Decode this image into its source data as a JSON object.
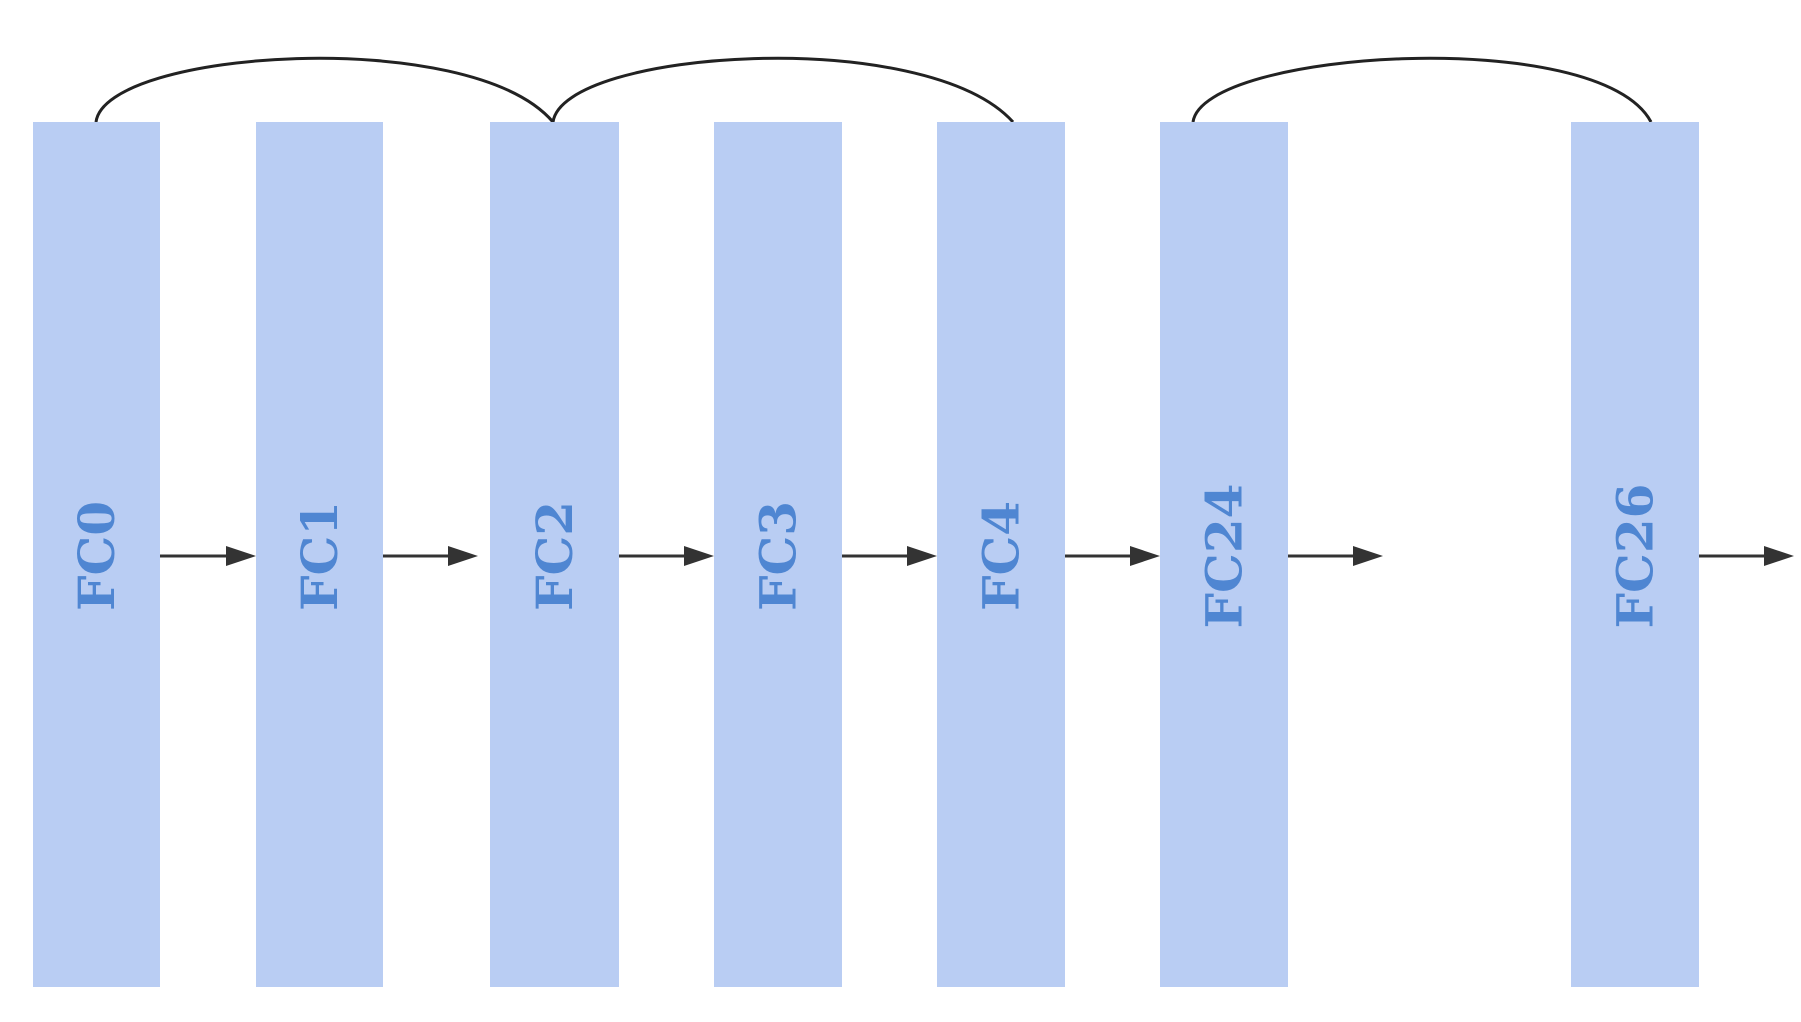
{
  "diagram": {
    "blocks": [
      {
        "id": "fc0",
        "label": "FC0"
      },
      {
        "id": "fc1",
        "label": "FC1"
      },
      {
        "id": "fc2",
        "label": "FC2"
      },
      {
        "id": "fc3",
        "label": "FC3"
      },
      {
        "id": "fc4",
        "label": "FC4"
      },
      {
        "id": "fc24",
        "label": "FC24"
      },
      {
        "id": "fc26",
        "label": "FC26"
      }
    ],
    "connections": [
      {
        "from": "fc0",
        "to": "fc1"
      },
      {
        "from": "fc1",
        "to": "fc2"
      },
      {
        "from": "fc2",
        "to": "fc3"
      },
      {
        "from": "fc3",
        "to": "fc4"
      },
      {
        "from": "fc4",
        "to": "fc24"
      },
      {
        "from": "fc24",
        "to": "gap"
      },
      {
        "from": "fc26",
        "to": "out"
      }
    ],
    "skip_connections": [
      {
        "from": "fc0",
        "to": "fc2"
      },
      {
        "from": "fc2",
        "to": "fc4"
      },
      {
        "from": "fc24",
        "to": "fc26"
      }
    ],
    "colors": {
      "block_fill": "#b9cdf3",
      "label": "#4f86d2",
      "arrow": "#333333",
      "arc": "#222222"
    }
  }
}
